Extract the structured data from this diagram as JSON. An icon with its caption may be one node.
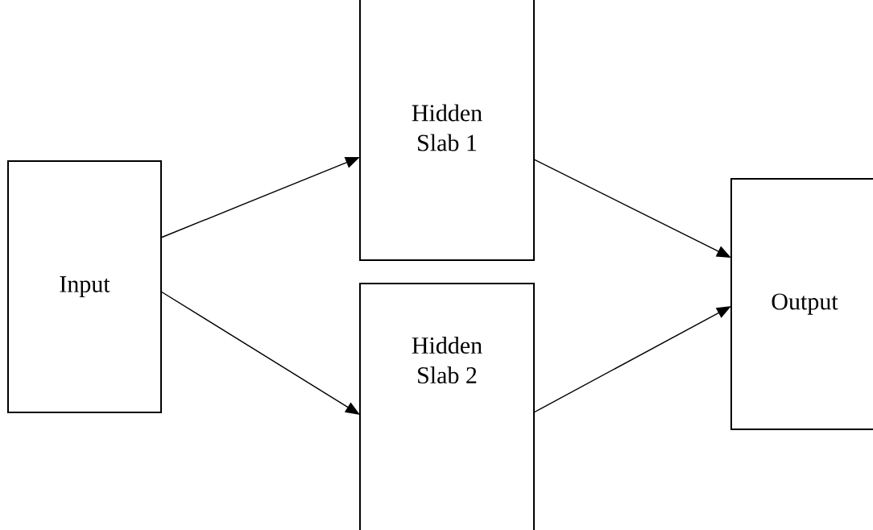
{
  "diagram": {
    "nodes": [
      {
        "text": [
          "Input"
        ]
      },
      {
        "text": [
          "Hidden Slab 1"
        ]
      },
      {
        "text": [
          "Hidden Slab 2"
        ]
      },
      {
        "text": [
          "Output"
        ]
      }
    ],
    "edges": [
      {
        "from": 0,
        "to": 1,
        "arrow": "to"
      },
      {
        "from": 0,
        "to": 2,
        "arrow": "to"
      },
      {
        "from": 1,
        "to": 3,
        "arrow": "to"
      },
      {
        "from": 2,
        "to": 3,
        "arrow": "to"
      }
    ]
  }
}
